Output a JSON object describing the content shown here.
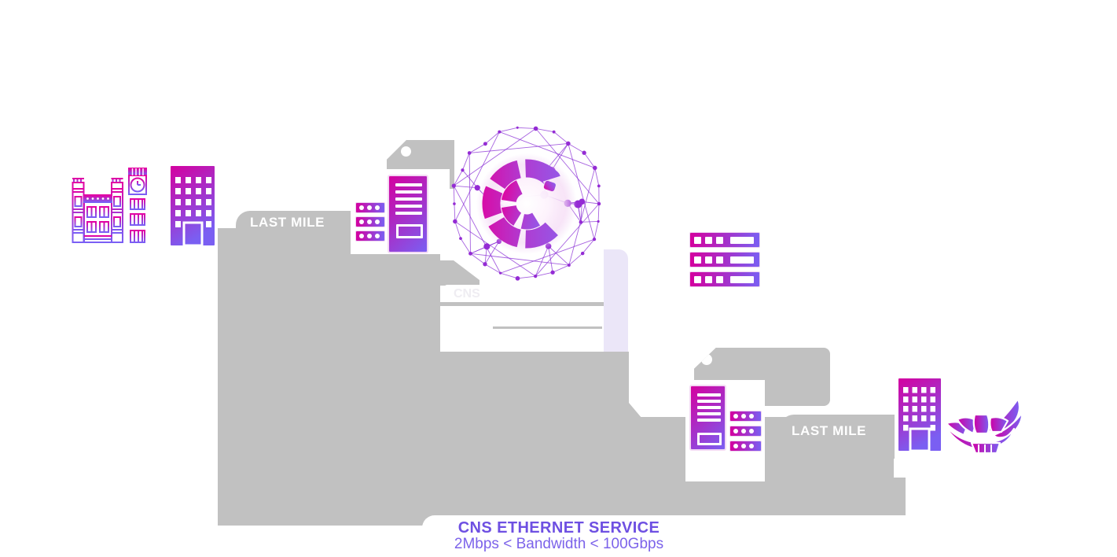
{
  "caption": {
    "title": "CNS ETHERNET SERVICE",
    "subtitle": "2Mbps < Bandwidth < 100Gbps"
  },
  "labels": {
    "last_mile_left": "LAST MILE",
    "last_mile_right": "LAST MILE",
    "faint_overlay": "CNS"
  },
  "colors": {
    "path_gray": "#c1c1c1",
    "lavender_band": "#ebe6f8",
    "icon_magenta": "#d4009f",
    "icon_purple": "#7a5ff2",
    "caption_title": "#6e50e2",
    "caption_subtitle": "#7c63ea",
    "mesh_purple": "#8a2fd6",
    "label_text": "#ffffff"
  },
  "icons": {
    "landmark_left": "westminster-big-ben-icon",
    "building_left": "office-building-icon",
    "rack_small_left": "server-rack-dots-icon",
    "tower_left": "server-tower-icon",
    "globe": "network-globe-icon",
    "rack_right": "server-rack-bars-icon",
    "tower_lower": "server-tower-icon",
    "rack_lower": "server-rack-dots-icon",
    "building_right": "office-building-icon",
    "landmark_right": "artscience-museum-lotus-icon"
  }
}
